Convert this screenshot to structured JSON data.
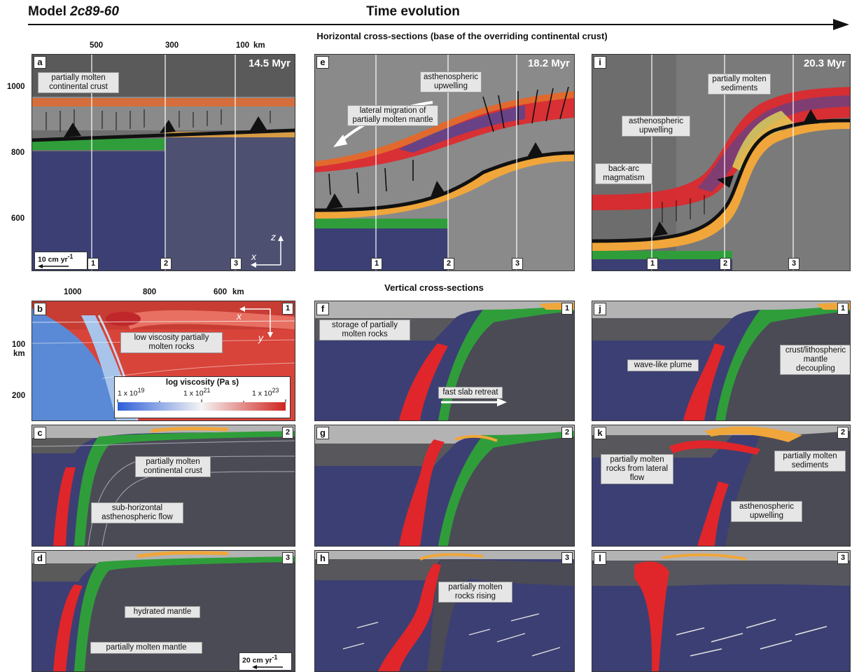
{
  "header": {
    "model_label": "Model",
    "model_id": "2c89-60",
    "time_title": "Time evolution"
  },
  "sections": {
    "horizontal_title": "Horizontal cross-sections (base of the overriding continental crust)",
    "vertical_title": "Vertical cross-sections"
  },
  "top_axis_ticks": [
    "500",
    "300",
    "100",
    "km"
  ],
  "side_axis_ticks": [
    "1000",
    "800",
    "600"
  ],
  "b_axis_ticks": [
    "1000",
    "800",
    "600",
    "km"
  ],
  "b_side_ticks": [
    "100",
    "km",
    "200"
  ],
  "panels": {
    "a": {
      "letter": "a",
      "time": "14.5 Myr",
      "note": "partially molten continental crust",
      "scale": "10 cm yr",
      "scale_exp": "-1",
      "sections": [
        "1",
        "2",
        "3"
      ]
    },
    "e": {
      "letter": "e",
      "time": "18.2 Myr",
      "note1": "asthenospheric upwelling",
      "note2": "lateral migration of partially molten mantle",
      "sections": [
        "1",
        "2",
        "3"
      ]
    },
    "i": {
      "letter": "i",
      "time": "20.3 Myr",
      "note1": "partially molten sediments",
      "note2": "asthenospheric upwelling",
      "note3": "back-arc magmatism",
      "sections": [
        "1",
        "2",
        "3"
      ]
    },
    "b": {
      "letter": "b",
      "num": "1",
      "note": "low viscosity partially molten rocks",
      "legend_title": "log viscosity (Pa s)",
      "legend_ticks": [
        "1 x 10",
        "1 x 10",
        "1 x 10"
      ],
      "legend_exps": [
        "19",
        "21",
        "23"
      ]
    },
    "c": {
      "letter": "c",
      "num": "2",
      "note1": "partially molten continental crust",
      "note2": "sub-horizontal asthenospheric flow"
    },
    "d": {
      "letter": "d",
      "num": "3",
      "note1": "hydrated mantle",
      "note2": "partially molten mantle",
      "scale": "20 cm yr",
      "scale_exp": "-1"
    },
    "f": {
      "letter": "f",
      "num": "1",
      "note1": "storage of partially molten rocks",
      "note2": "fast slab retreat"
    },
    "g": {
      "letter": "g",
      "num": "2"
    },
    "h": {
      "letter": "h",
      "num": "3",
      "note": "partially molten rocks rising"
    },
    "j": {
      "letter": "j",
      "num": "1",
      "note1": "wave-like plume",
      "note2": "crust/lithospheric mantle decoupling"
    },
    "k": {
      "letter": "k",
      "num": "2",
      "note1": "partially molten rocks from lateral flow",
      "note2": "partially molten sediments",
      "note3": "asthenospheric upwelling"
    },
    "l": {
      "letter": "l",
      "num": "3"
    }
  },
  "axis_letters": {
    "z": "z",
    "x": "x",
    "y": "y"
  },
  "colors": {
    "navy": "#3c3f73",
    "gray_dark": "#5a5a5a",
    "gray_mid": "#8a8a8a",
    "gray_light": "#b3b3b3",
    "red_melt": "#e0262a",
    "green_crust": "#2f9e3a",
    "orange_sed": "#f0a63a",
    "orange_melt": "#e2692e"
  }
}
